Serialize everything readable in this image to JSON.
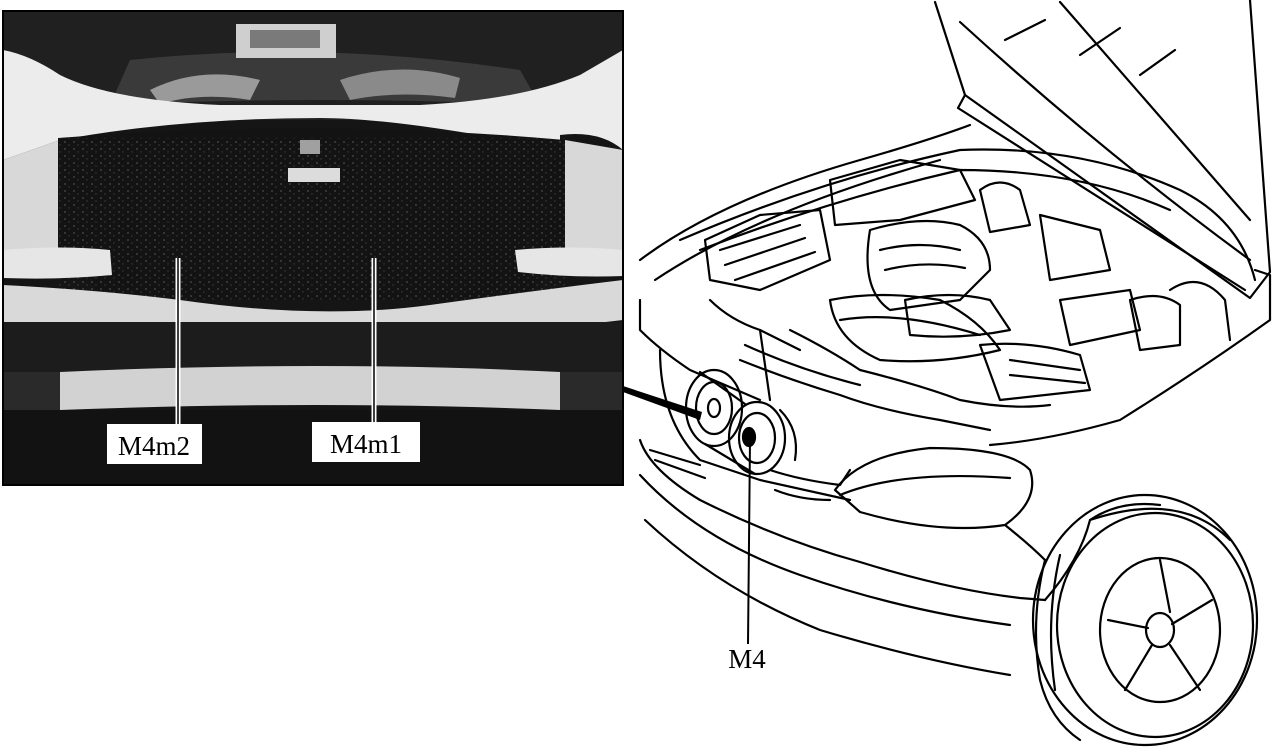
{
  "labels": {
    "photo_left_component": "M4m2",
    "photo_right_component": "M4m1",
    "drawing_component": "M4"
  },
  "colors": {
    "ink": "#000000",
    "paper": "#ffffff",
    "photo_dark": "#161616",
    "photo_light": "#e9e9e9"
  },
  "icons": {
    "photo": "engine-bay-photo",
    "drawing": "car-front-line-drawing"
  }
}
